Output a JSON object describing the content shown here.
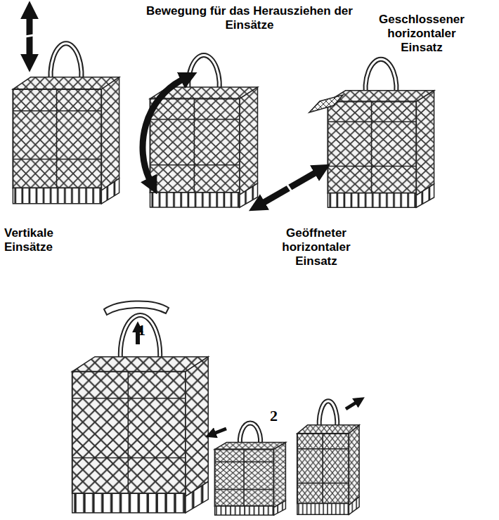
{
  "diagram": {
    "labels": [
      "Bewegung für das Herausziehen der Einsätze",
      "Geschlossener horizontaler Einsatz",
      "Vertikale Einsätze",
      "Geöffneter horizontaler Einsatz",
      "1",
      "2"
    ]
  }
}
